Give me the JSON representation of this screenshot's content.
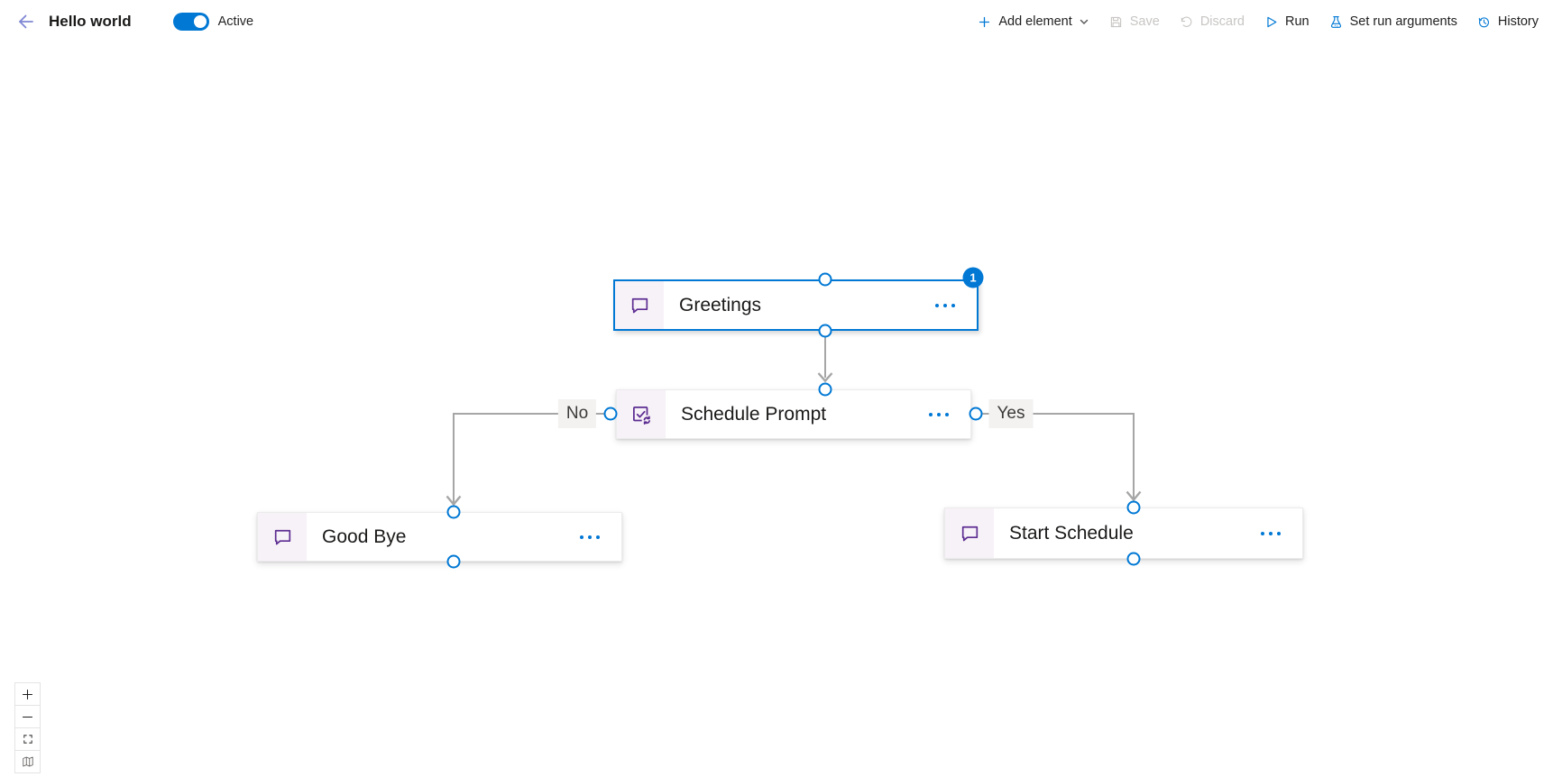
{
  "header": {
    "title": "Hello world",
    "toggle": {
      "label": "Active",
      "state": "on"
    },
    "toolbar": {
      "add_element": "Add element",
      "save": "Save",
      "discard": "Discard",
      "run": "Run",
      "set_run_arguments": "Set run arguments",
      "history": "History"
    }
  },
  "canvas": {
    "nodes": [
      {
        "title": "Greetings",
        "icon": "message-icon",
        "selected": true,
        "badge": "1"
      },
      {
        "title": "Schedule Prompt",
        "icon": "condition-sync-icon",
        "selected": false
      },
      {
        "title": "Good Bye",
        "icon": "message-icon",
        "selected": false
      },
      {
        "title": "Start Schedule",
        "icon": "message-icon",
        "selected": false
      }
    ],
    "edges": [
      {
        "from": "Greetings",
        "to": "Schedule Prompt"
      },
      {
        "from": "Schedule Prompt",
        "to": "Good Bye",
        "label": "No"
      },
      {
        "from": "Schedule Prompt",
        "to": "Start Schedule",
        "label": "Yes"
      }
    ]
  },
  "zoom_controls": {
    "zoom_in": "zoom-in-icon",
    "zoom_out": "zoom-out-icon",
    "fit": "fit-view-icon",
    "minimap": "minimap-icon"
  },
  "colors": {
    "accent": "#0078d4",
    "node_icon_purple": "#5c2d91",
    "node_icon_bg": "#f7f1f8",
    "edge_gray": "#a6a6a6",
    "disabled": "#c8c6c4",
    "edge_label_bg": "#f3f2f1"
  }
}
